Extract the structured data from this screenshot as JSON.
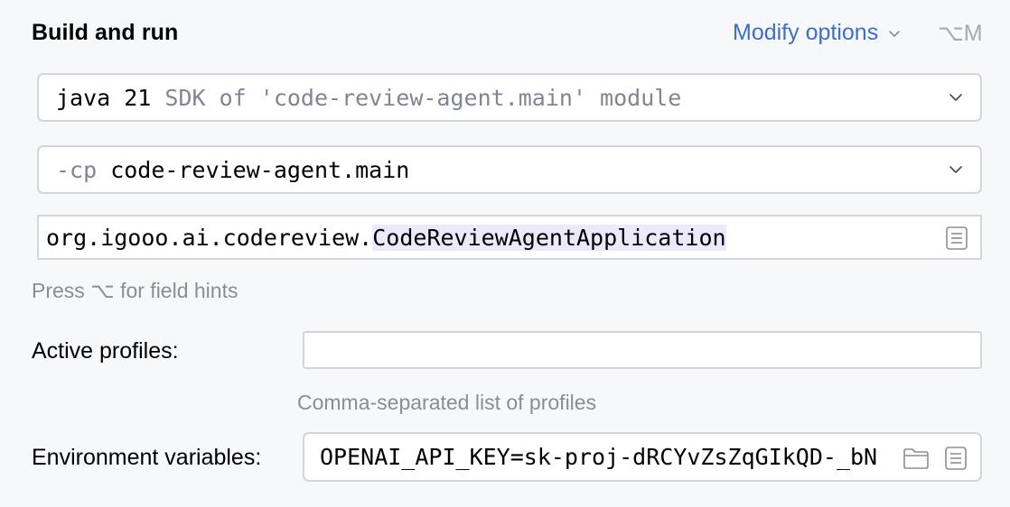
{
  "section": {
    "title": "Build and run",
    "modify_options": "Modify options",
    "shortcut": "⌥M"
  },
  "jre": {
    "main": "java 21",
    "detail": " SDK of 'code-review-agent.main' module"
  },
  "classpath": {
    "prefix": "-cp",
    "value": " code-review-agent.main"
  },
  "main_class": {
    "package": "org.igooo.ai.codereview.",
    "class_name": "CodeReviewAgentApplication"
  },
  "field_hint": "Press ⌥ for field hints",
  "active_profiles": {
    "label": "Active profiles:",
    "value": "",
    "hint": "Comma-separated list of profiles"
  },
  "environment_variables": {
    "label": "Environment variables:",
    "value": "OPENAI_API_KEY=sk-proj-dRCYvZsZqGIkQD-_bN"
  },
  "colors": {
    "accent": "#3d6fc7",
    "highlight": "#ede8fb",
    "background": "#f7f8fa"
  }
}
